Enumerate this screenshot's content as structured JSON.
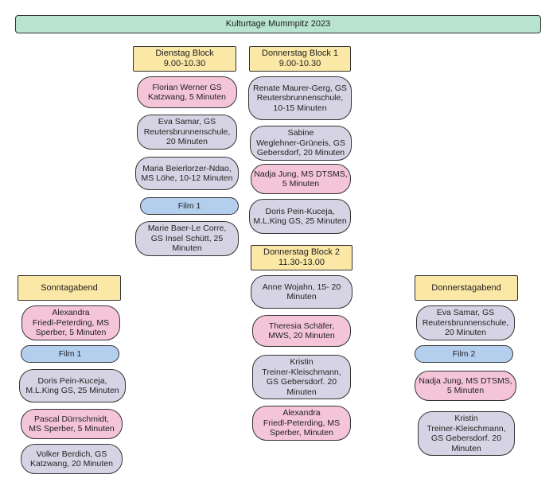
{
  "title": "Kulturtage Mummpitz 2023",
  "columns": {
    "dienstag": {
      "header": "Dienstag Block\n9.00-10.30",
      "items": [
        "Florian Werner GS\nKatzwang, 5 Minuten",
        "Eva Samar, GS\nReutersbrunnenschule,\n20 Minuten",
        "Maria Beierlorzer-Ndao,\nMS Löhe, 10-12 Minuten",
        "Film 1",
        "Marie Baer-Le Corre,\nGS Insel Schütt, 25\nMinuten"
      ]
    },
    "donnerstag1": {
      "header": "Donnerstag Block 1\n9.00-10.30",
      "items": [
        "Renate Maurer-Gerg, GS\nReutersbrunnenschule,\n10-15 Minuten",
        "Sabine\nWeglehner-Grüneis, GS\nGebersdorf, 20 Minuten",
        "Nadja Jung, MS DTSMS,\n5 Minuten",
        "Doris Pein-Kuceja,\nM.L.King GS, 25 Minuten"
      ]
    },
    "donnerstag2": {
      "header": "Donnerstag Block 2\n11.30-13.00",
      "items": [
        "Anne Wojahn, 15- 20\nMinuten",
        "Theresia Schäfer,\nMWS, 20 Minuten",
        "Kristin\nTreiner-Kleischmann,\nGS Gebersdorf. 20\nMinuten",
        "Alexandra\nFriedl-Peterding, MS\nSperber, Minuten"
      ]
    },
    "sonntag": {
      "header": "Sonntagabend",
      "items": [
        "Alexandra\nFriedl-Peterding, MS\nSperber, 5 Minuten",
        "Film 1",
        "Doris Pein-Kuceja,\nM.L.King GS, 25 Minuten",
        "Pascal Dürrschmidt,\nMS Sperber, 5 Minuten",
        "Volker Berdich, GS\nKatzwang, 20 Minuten"
      ]
    },
    "donnerstagabend": {
      "header": "Donnerstagabend",
      "items": [
        "Eva Samar, GS\nReutersbrunnenschule,\n20 Minuten",
        "Film 2",
        "Nadja Jung, MS DTSMS,\n5 Minuten",
        "Kristin\nTreiner-Kleischmann,\nGS Gebersdorf. 20\nMinuten"
      ]
    }
  }
}
